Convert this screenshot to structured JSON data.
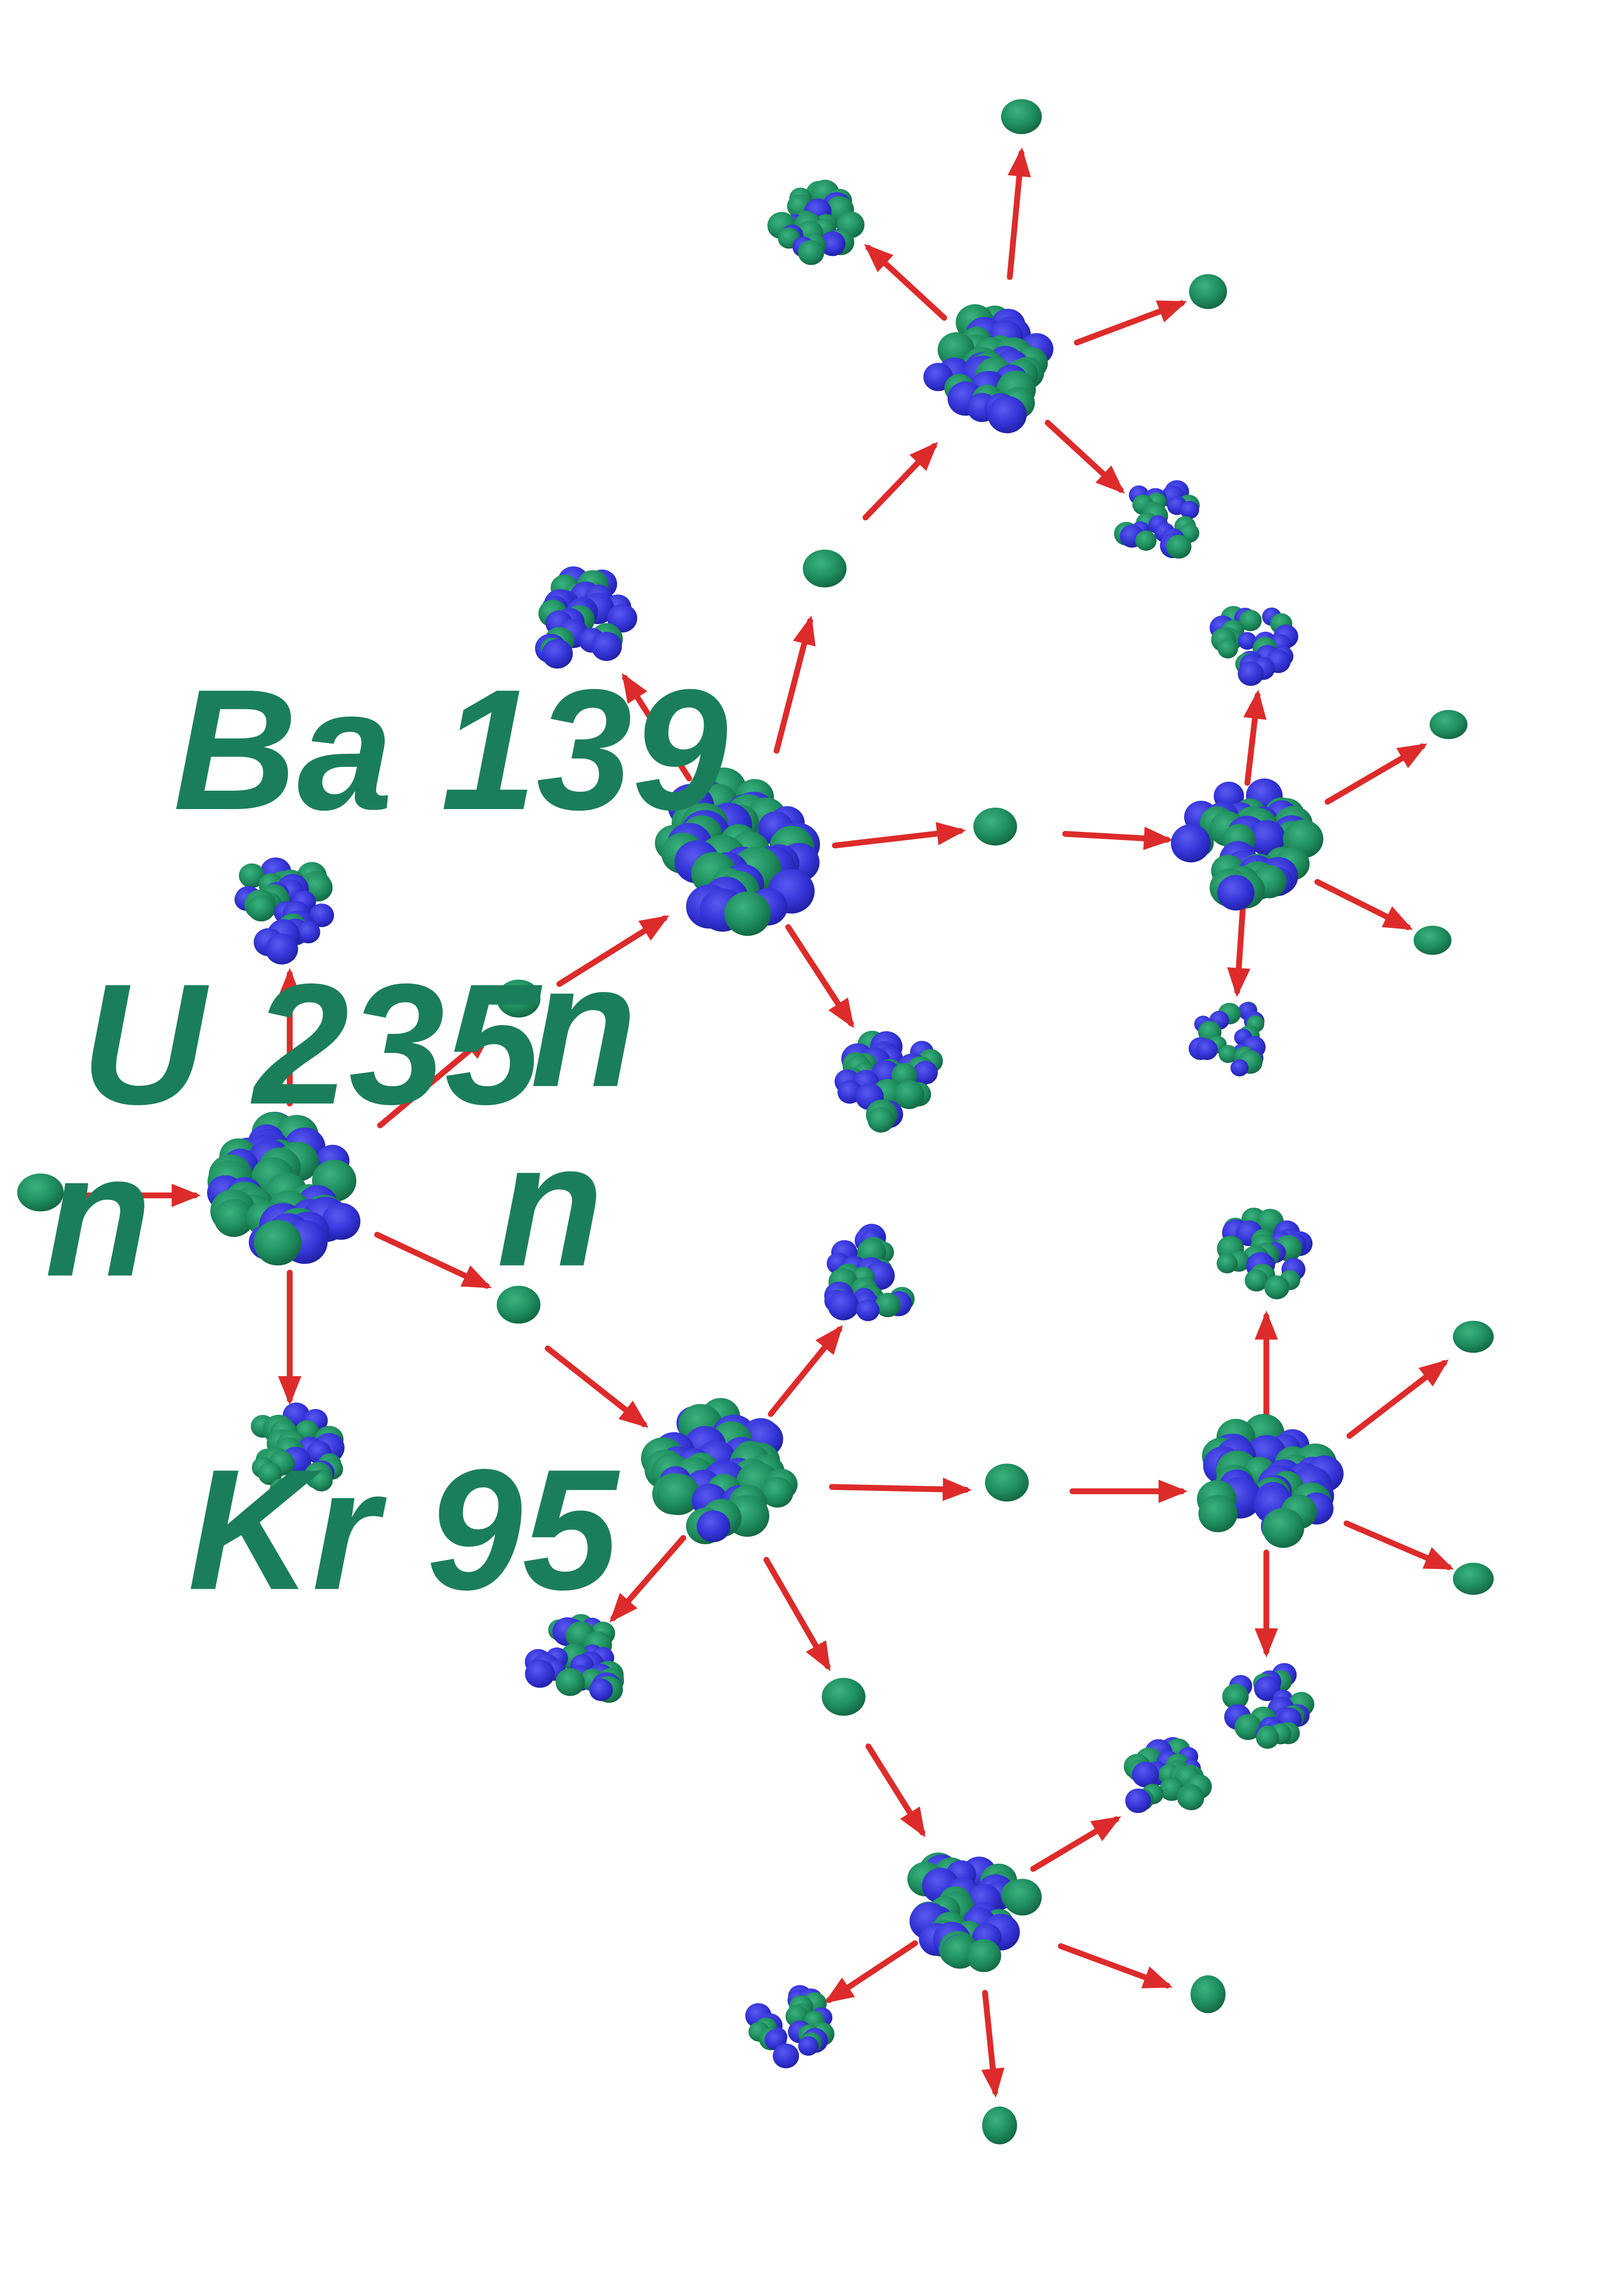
{
  "labels": {
    "ba": "Ba 139",
    "u": "U 235",
    "kr": "Kr 95",
    "n_incoming": "n",
    "n_upper": "n",
    "n_lower": "n"
  },
  "colors": {
    "neutron": "#1f8f5f",
    "proton": "#3535d9",
    "arrow": "#dd2b2b",
    "label": "#1b7e5a",
    "background": "#ffffff"
  }
}
